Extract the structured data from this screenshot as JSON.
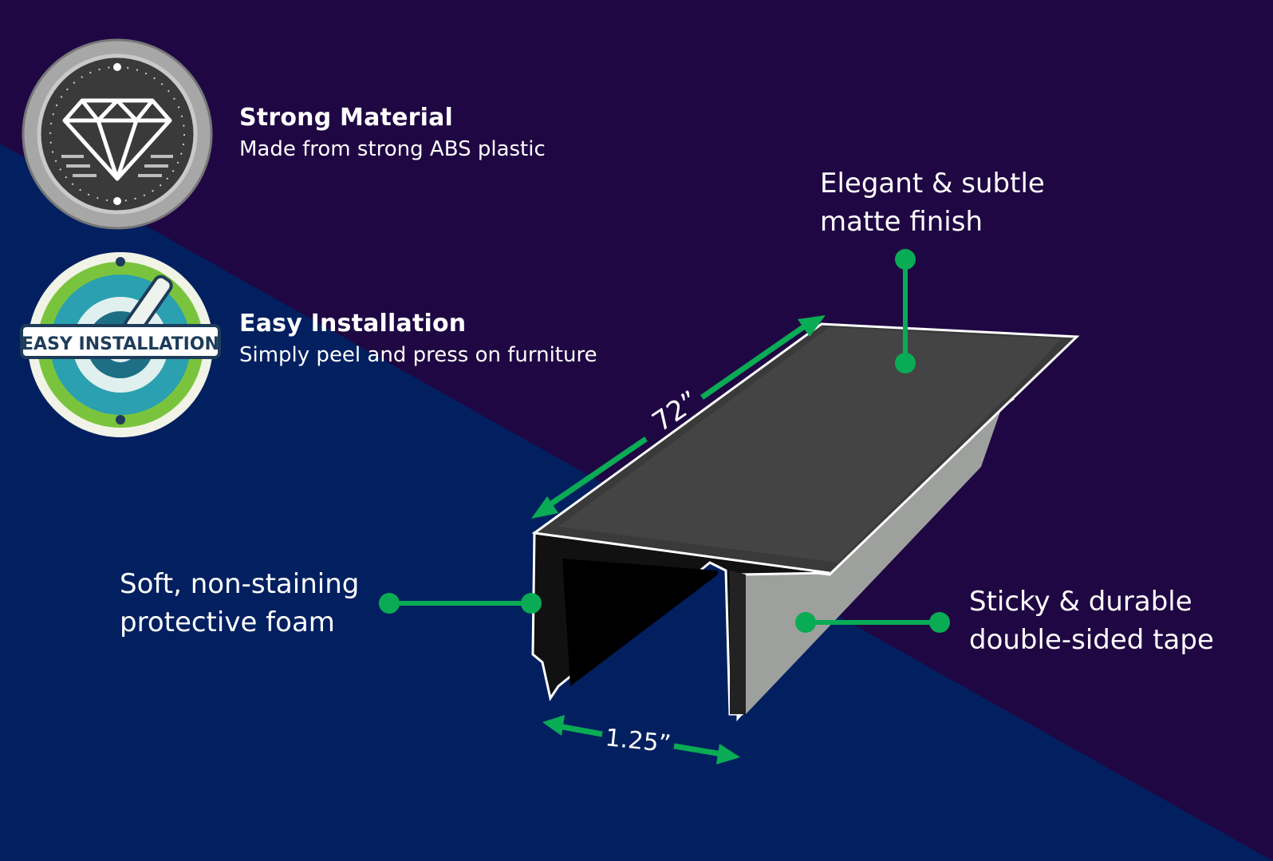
{
  "features": [
    {
      "title": "Strong Material",
      "desc": "Made from strong ABS plastic",
      "icon": "diamond-badge-icon"
    },
    {
      "title": "Easy Installation",
      "desc": "Simply peel and press on furniture",
      "icon": "easy-installation-badge-icon"
    }
  ],
  "badge_text": "EASY INSTALLATION",
  "callouts": {
    "finish": {
      "line1": "Elegant & subtle",
      "line2": "matte finish"
    },
    "foam": {
      "line1": "Soft, non-staining",
      "line2": "protective foam"
    },
    "tape": {
      "line1": "Sticky & durable",
      "line2": "double-sided tape"
    }
  },
  "dimensions": {
    "length": "72”",
    "width": "1.25”"
  },
  "colors": {
    "purple_bg": "#1f0743",
    "navy_bg": "#022060",
    "accent_green": "#0aab55",
    "product_black": "#1d1d1d"
  }
}
